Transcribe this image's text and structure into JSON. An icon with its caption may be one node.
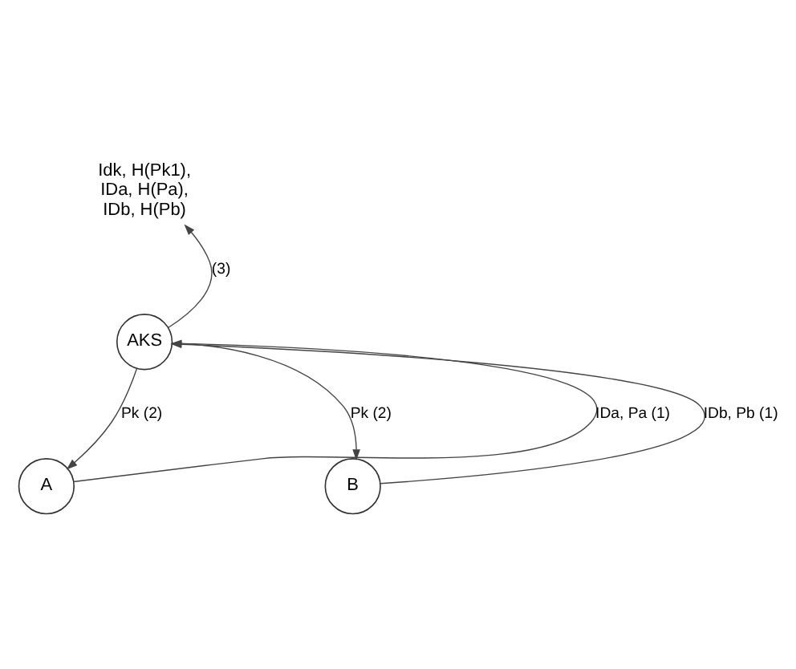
{
  "diagram": {
    "nodes": [
      {
        "text": [
          "Idk, H(Pk1), IDa, H(Pa), IDb, H(Pb)"
        ]
      },
      {
        "text": [
          "AKS"
        ]
      },
      {
        "text": [
          "A"
        ]
      },
      {
        "text": [
          "B"
        ]
      }
    ],
    "edges": [
      {
        "from": 1,
        "to": 0,
        "arrow": "to",
        "label": "(3)"
      },
      {
        "from": 2,
        "to": 1,
        "arrow": "to",
        "label": "IDa, Pa (1)"
      },
      {
        "from": 1,
        "to": 2,
        "arrow": "to",
        "label": "Pk (2)"
      },
      {
        "from": 1,
        "to": 3,
        "arrow": "to",
        "label": "Pk (2)"
      },
      {
        "from": 3,
        "to": 1,
        "arrow": "to",
        "label": "IDb, Pb (1)"
      }
    ]
  }
}
